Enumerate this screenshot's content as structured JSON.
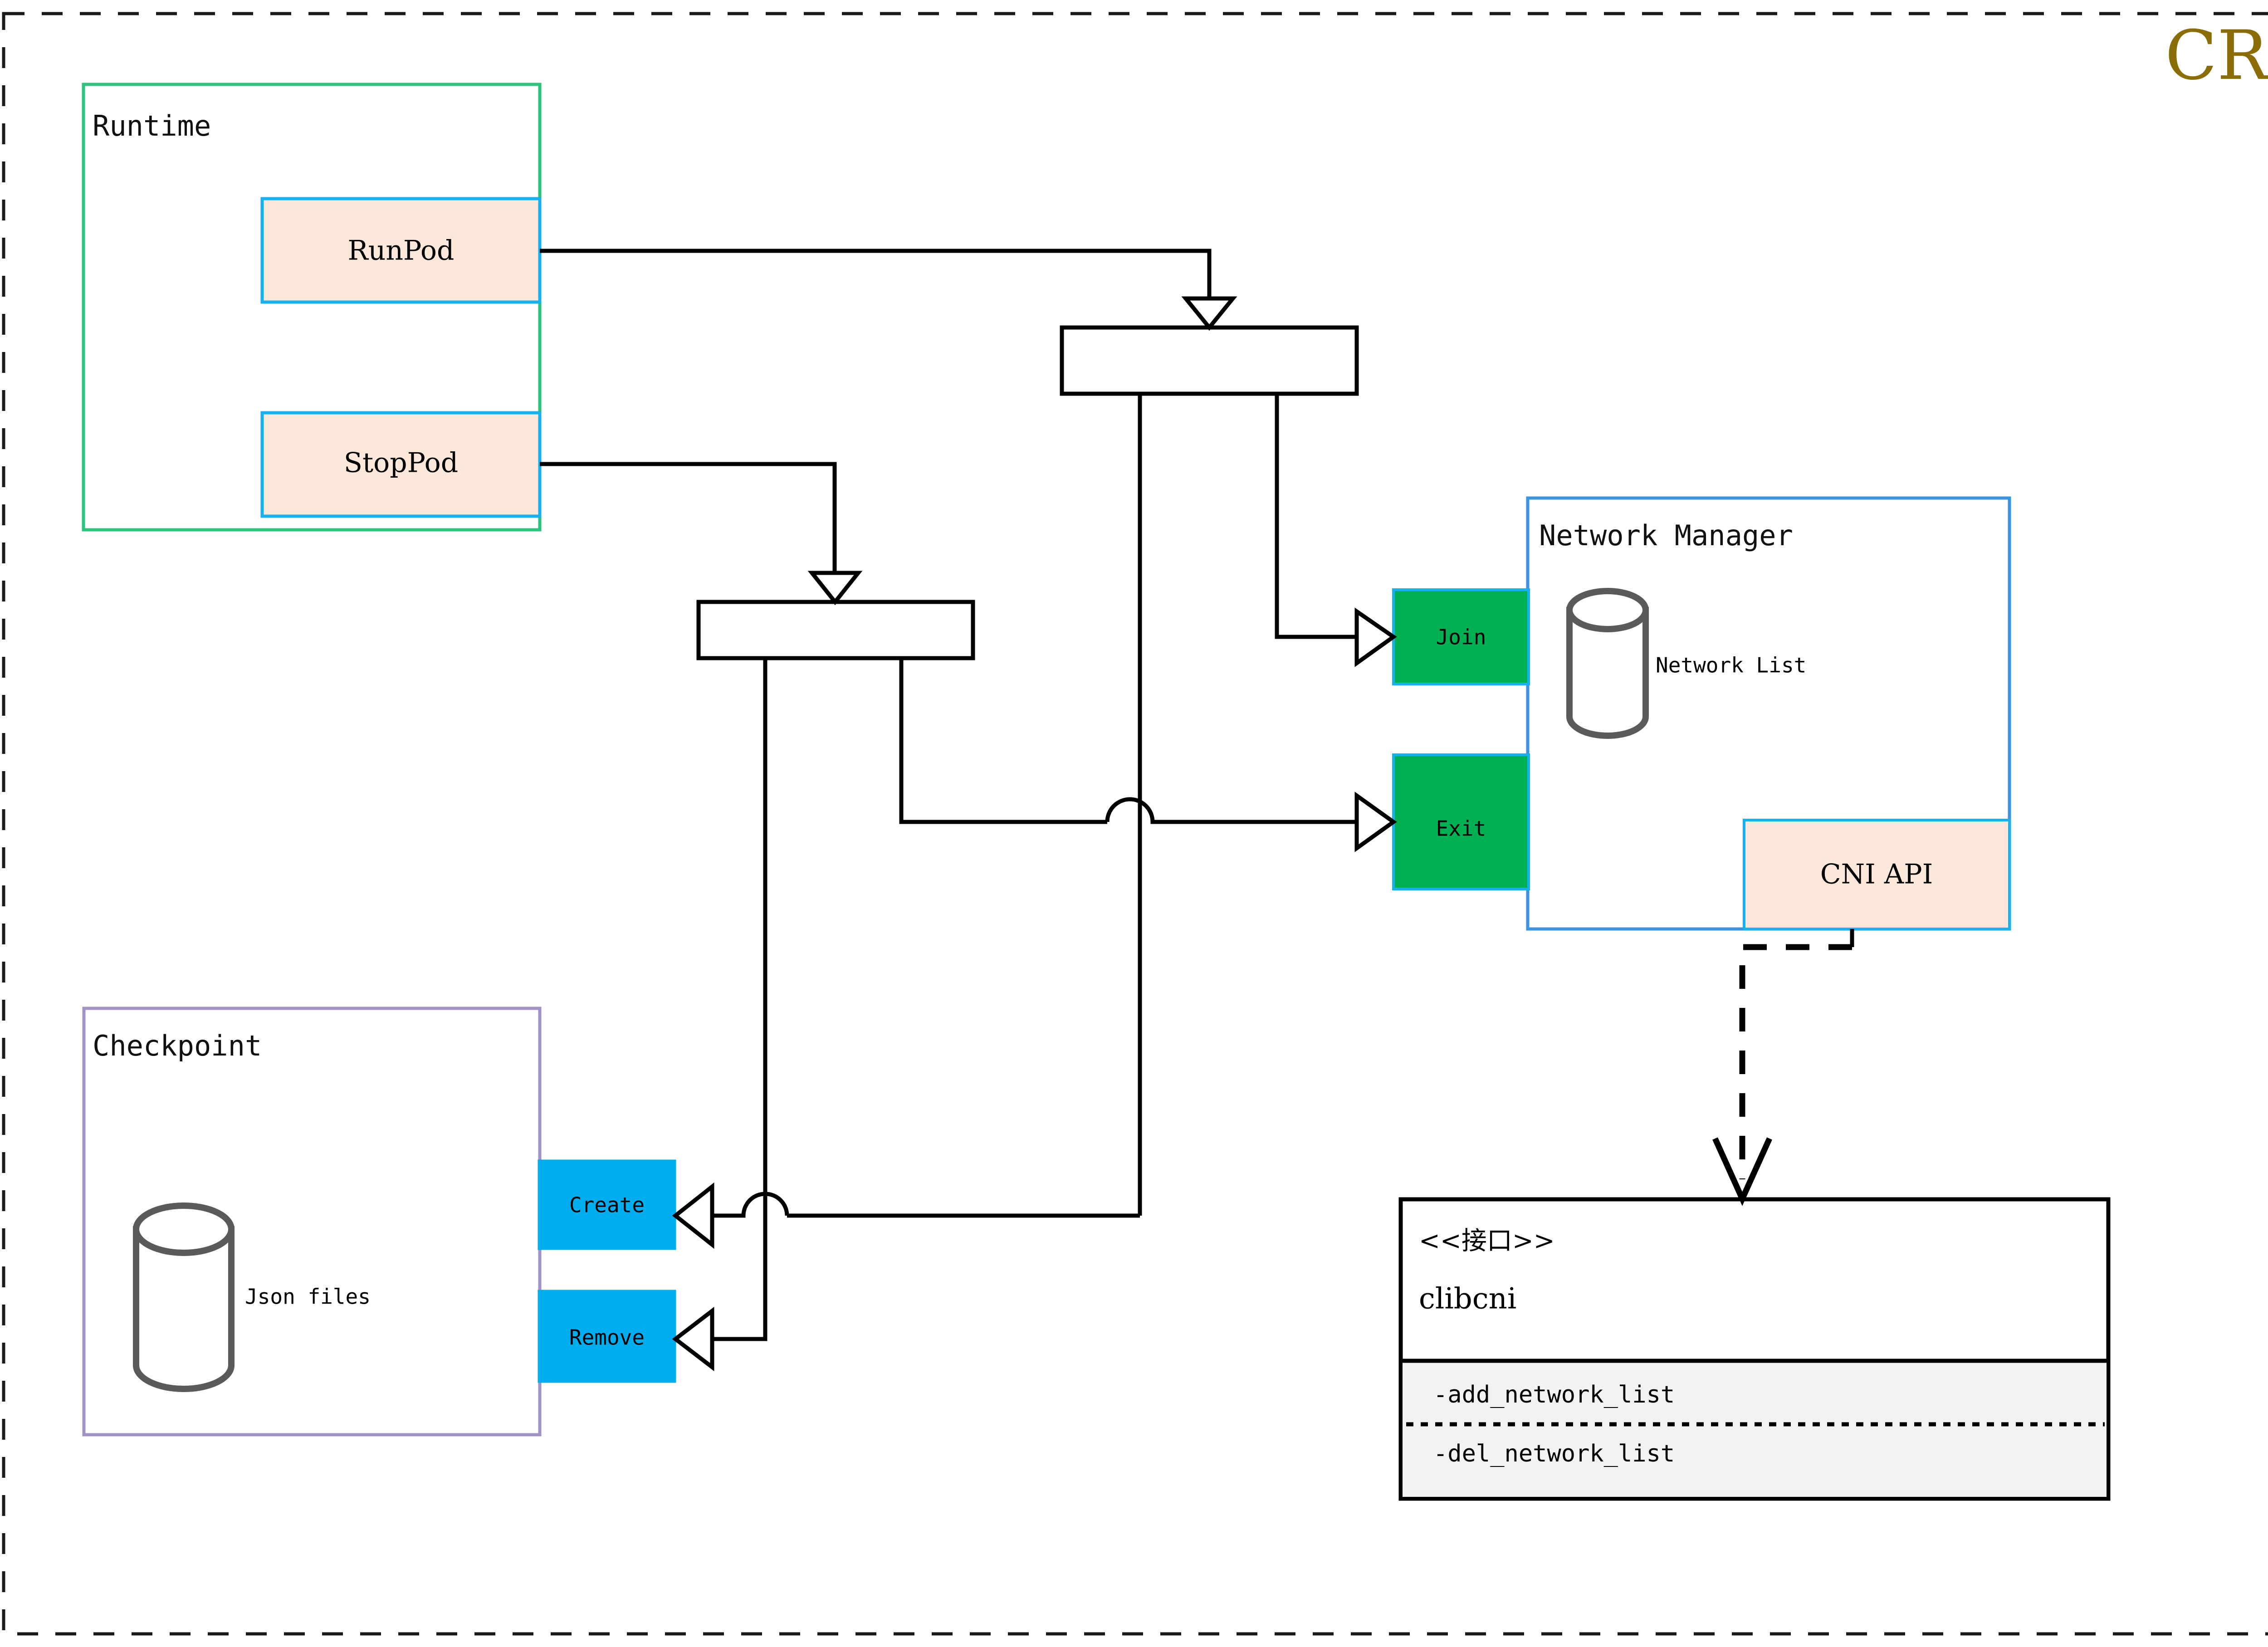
{
  "diagram": {
    "title": "CRI",
    "title_color": "#8a6d07",
    "outer_border_style": "dashed",
    "groups": {
      "runtime": {
        "label": "Runtime",
        "border_color": "#2fc27a"
      },
      "checkpoint": {
        "label": "Checkpoint",
        "border_color": "#a293c4"
      },
      "network_manager": {
        "label": "Network Manager",
        "border_color": "#3a94e0"
      }
    },
    "runtime_methods": [
      {
        "label": "RunPod",
        "fill": "#fce8da",
        "border": "#18b0ef"
      },
      {
        "label": "StopPod",
        "fill": "#fce8da",
        "border": "#18b0ef"
      }
    ],
    "network_methods": [
      {
        "label": "Join",
        "fill": "#00b052",
        "border": "#18b0ef"
      },
      {
        "label": "Exit",
        "fill": "#00b052",
        "border": "#18b0ef"
      }
    ],
    "checkpoint_methods": [
      {
        "label": "Create",
        "fill": "#00aeef",
        "border": "#00aeef"
      },
      {
        "label": "Remove",
        "fill": "#00aeef",
        "border": "#00aeef"
      }
    ],
    "cni_api": {
      "label": "CNI API",
      "fill": "#fce8da",
      "border": "#18b0ef"
    },
    "datastores": [
      {
        "label": "Network List",
        "stroke": "#5a5a5a"
      },
      {
        "label": "Json files",
        "stroke": "#5a5a5a"
      }
    ],
    "interface": {
      "stereotype": "<<接口>>",
      "name": "clibcni",
      "methods": [
        "-add_network_list",
        "-del_network_list"
      ],
      "methods_fill": "#f2f2f2",
      "border": "#000000"
    }
  }
}
